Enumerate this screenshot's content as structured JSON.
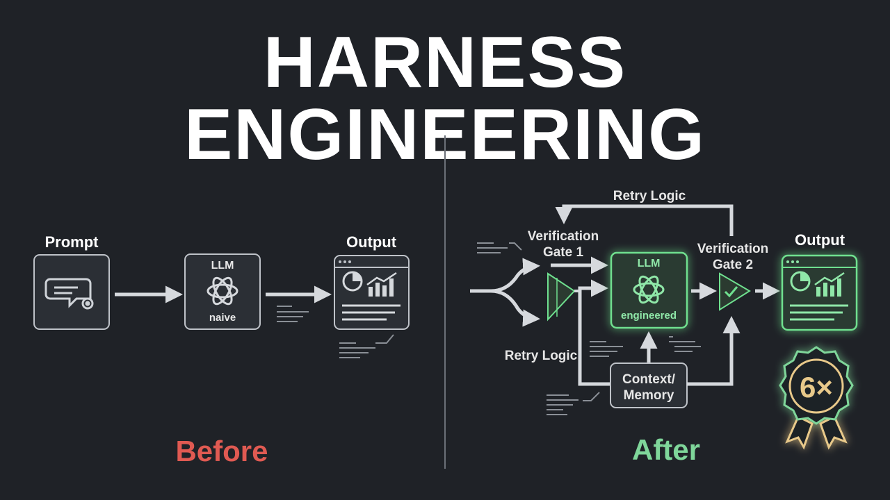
{
  "title": "HARNESS ENGINEERING",
  "before": {
    "caption": "Before",
    "prompt_label": "Prompt",
    "llm_title": "LLM",
    "llm_sub": "naive",
    "output_label": "Output"
  },
  "after": {
    "caption": "After",
    "retry_top": "Retry Logic",
    "retry_left": "Retry Logic",
    "gate1_line1": "Verification",
    "gate1_line2": "Gate 1",
    "gate2_line1": "Verification",
    "gate2_line2": "Gate 2",
    "llm_title": "LLM",
    "llm_sub": "engineered",
    "context_line1": "Context/",
    "context_line2": "Memory",
    "output_label": "Output",
    "badge": "6×"
  },
  "colors": {
    "background": "#1f2227",
    "before_caption": "#e05a52",
    "after_caption": "#7fd69a",
    "green_accent": "#6fe08f",
    "box_stroke": "#bfc3c9",
    "box_fill": "#2b2f35",
    "badge_gold": "#e8c98a"
  },
  "icons": [
    "chat-gear-icon",
    "openai-logo-icon",
    "dashboard-chart-icon",
    "checkmark-icon",
    "award-badge-icon"
  ]
}
